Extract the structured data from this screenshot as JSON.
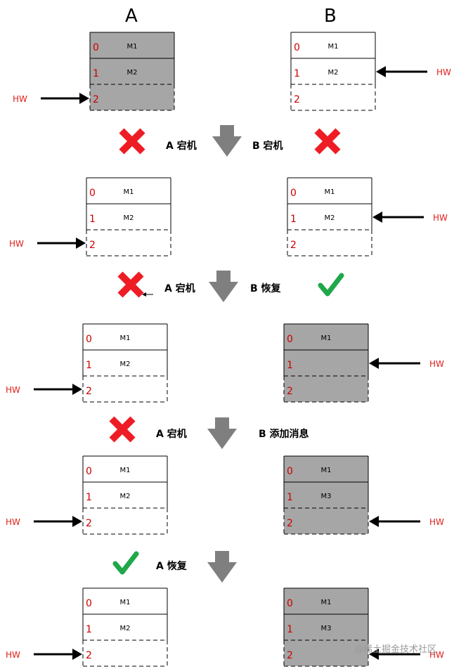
{
  "headers": {
    "a": "A",
    "b": "B"
  },
  "hw_label": "HW",
  "colors": {
    "shaded": "#a6a6a6",
    "index_red": "#cc0000",
    "hw_red": "#e0201b",
    "cross_red": "#ee1c24",
    "check_green": "#1fa84a",
    "arrow_gray": "#7f7f7f"
  },
  "stages": [
    {
      "a": {
        "shaded": true,
        "rows": [
          {
            "index": "0",
            "msg": "M1"
          },
          {
            "index": "1",
            "msg": "M2"
          },
          {
            "index": "2",
            "msg": ""
          }
        ],
        "hw": 2
      },
      "b": {
        "shaded": false,
        "rows": [
          {
            "index": "0",
            "msg": "M1"
          },
          {
            "index": "1",
            "msg": "M2"
          },
          {
            "index": "2",
            "msg": ""
          }
        ],
        "hw": 1
      }
    },
    {
      "a": {
        "shaded": false,
        "rows": [
          {
            "index": "0",
            "msg": "M1"
          },
          {
            "index": "1",
            "msg": "M2"
          },
          {
            "index": "2",
            "msg": ""
          }
        ],
        "hw": 2
      },
      "b": {
        "shaded": false,
        "rows": [
          {
            "index": "0",
            "msg": "M1"
          },
          {
            "index": "1",
            "msg": "M2"
          },
          {
            "index": "2",
            "msg": ""
          }
        ],
        "hw": 1
      }
    },
    {
      "a": {
        "shaded": false,
        "rows": [
          {
            "index": "0",
            "msg": "M1"
          },
          {
            "index": "1",
            "msg": "M2"
          },
          {
            "index": "2",
            "msg": ""
          }
        ],
        "hw": 2
      },
      "b": {
        "shaded": true,
        "rows": [
          {
            "index": "0",
            "msg": "M1"
          },
          {
            "index": "1",
            "msg": ""
          },
          {
            "index": "2",
            "msg": ""
          }
        ],
        "hw": 1
      }
    },
    {
      "a": {
        "shaded": false,
        "rows": [
          {
            "index": "0",
            "msg": "M1"
          },
          {
            "index": "1",
            "msg": "M2"
          },
          {
            "index": "2",
            "msg": ""
          }
        ],
        "hw": 2
      },
      "b": {
        "shaded": true,
        "rows": [
          {
            "index": "0",
            "msg": "M1"
          },
          {
            "index": "1",
            "msg": "M3"
          },
          {
            "index": "2",
            "msg": ""
          }
        ],
        "hw": 2
      }
    },
    {
      "a": {
        "shaded": false,
        "rows": [
          {
            "index": "0",
            "msg": "M1"
          },
          {
            "index": "1",
            "msg": "M2"
          },
          {
            "index": "2",
            "msg": ""
          }
        ],
        "hw": 2
      },
      "b": {
        "shaded": true,
        "rows": [
          {
            "index": "0",
            "msg": "M1"
          },
          {
            "index": "1",
            "msg": "M3"
          },
          {
            "index": "2",
            "msg": ""
          }
        ],
        "hw": 2
      }
    }
  ],
  "transitions": [
    {
      "a_status": "cross",
      "a_text": "A 宕机",
      "b_text": "B 宕机",
      "b_status": "cross"
    },
    {
      "a_status": "cross",
      "a_text": "A 宕机",
      "b_text": "B 恢复",
      "b_status": "check"
    },
    {
      "a_status": "cross",
      "a_text": "A 宕机",
      "b_text": "B 添加消息",
      "b_status": ""
    },
    {
      "a_status": "check",
      "a_text": "A 恢复",
      "b_text": "",
      "b_status": ""
    }
  ],
  "watermark": "@稀土掘金技术社区"
}
